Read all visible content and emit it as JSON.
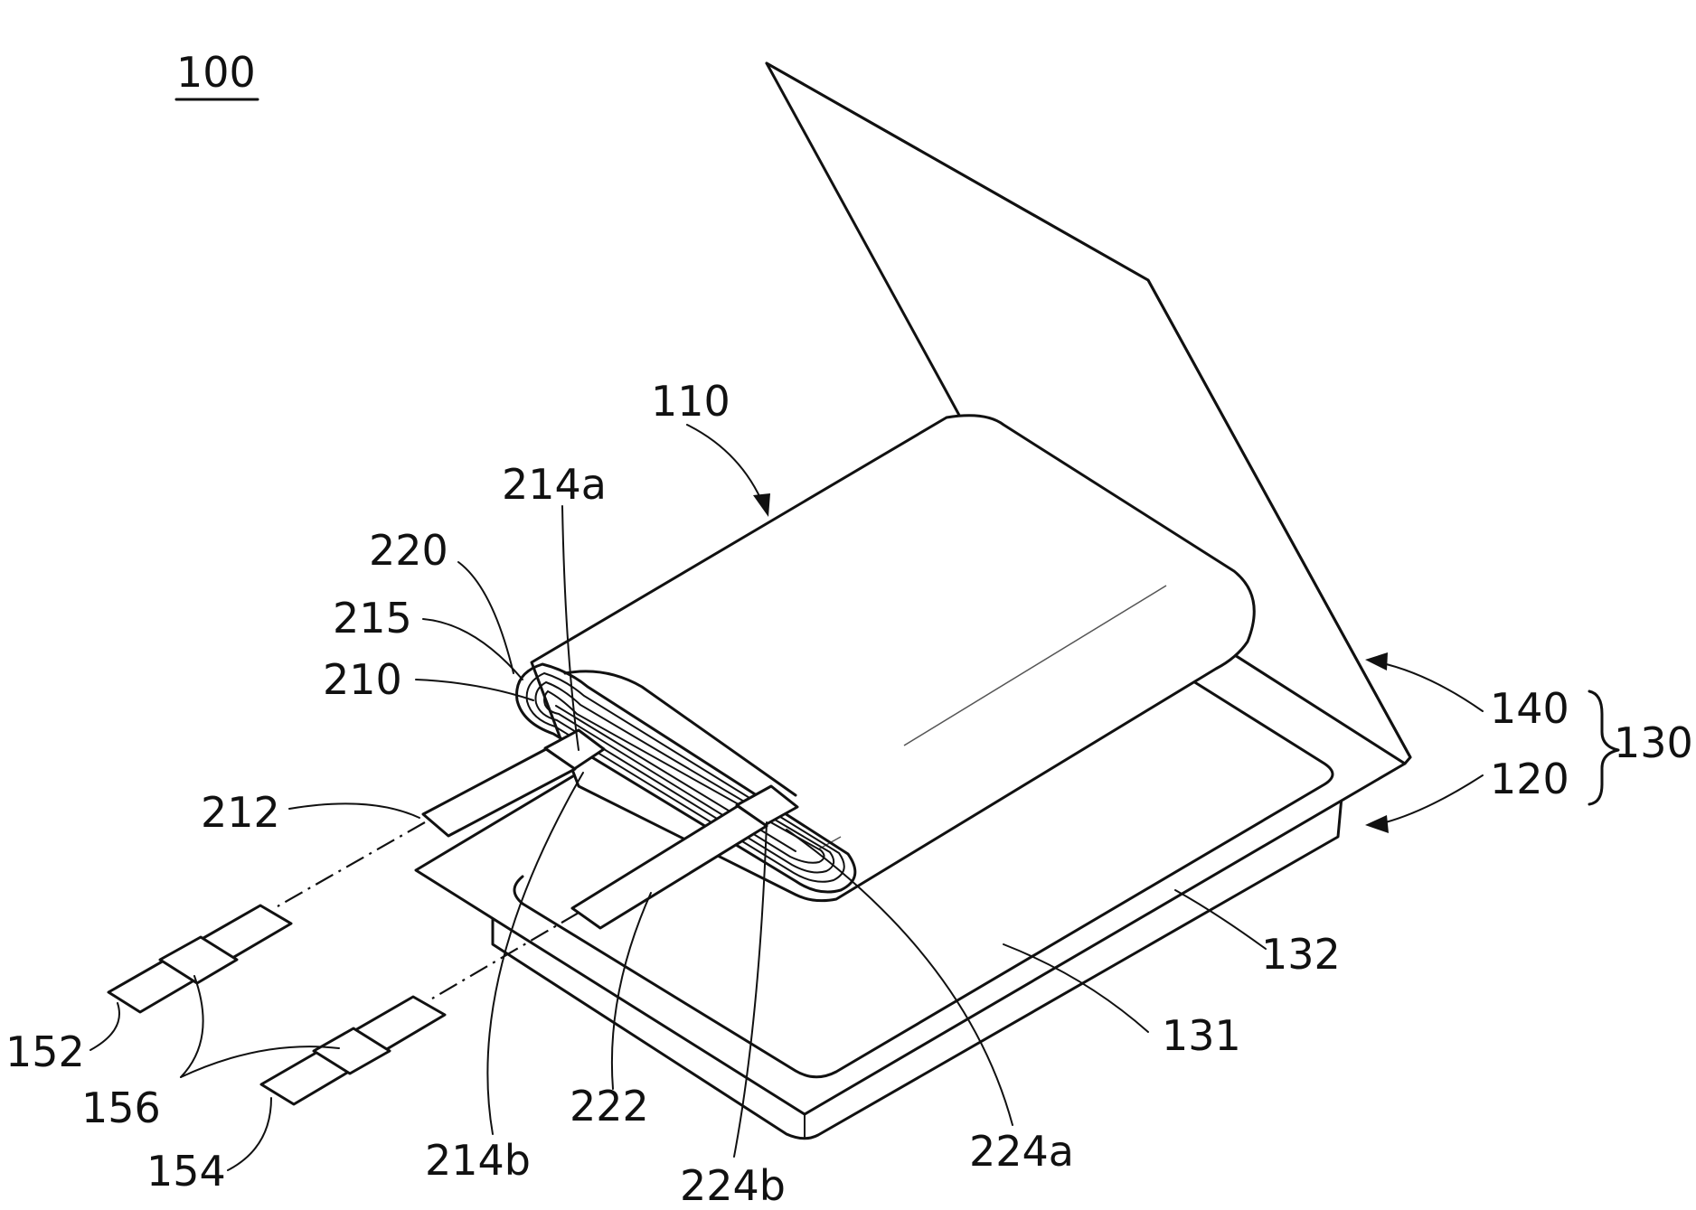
{
  "figure": {
    "ref": "100",
    "labels": {
      "l110": "110",
      "l214a": "214a",
      "l220": "220",
      "l215": "215",
      "l210": "210",
      "l212": "212",
      "l140": "140",
      "l130": "130",
      "l120": "120",
      "l132": "132",
      "l131": "131",
      "l152": "152",
      "l156": "156",
      "l154": "154",
      "l214b": "214b",
      "l222": "222",
      "l224b": "224b",
      "l224a": "224a"
    }
  }
}
